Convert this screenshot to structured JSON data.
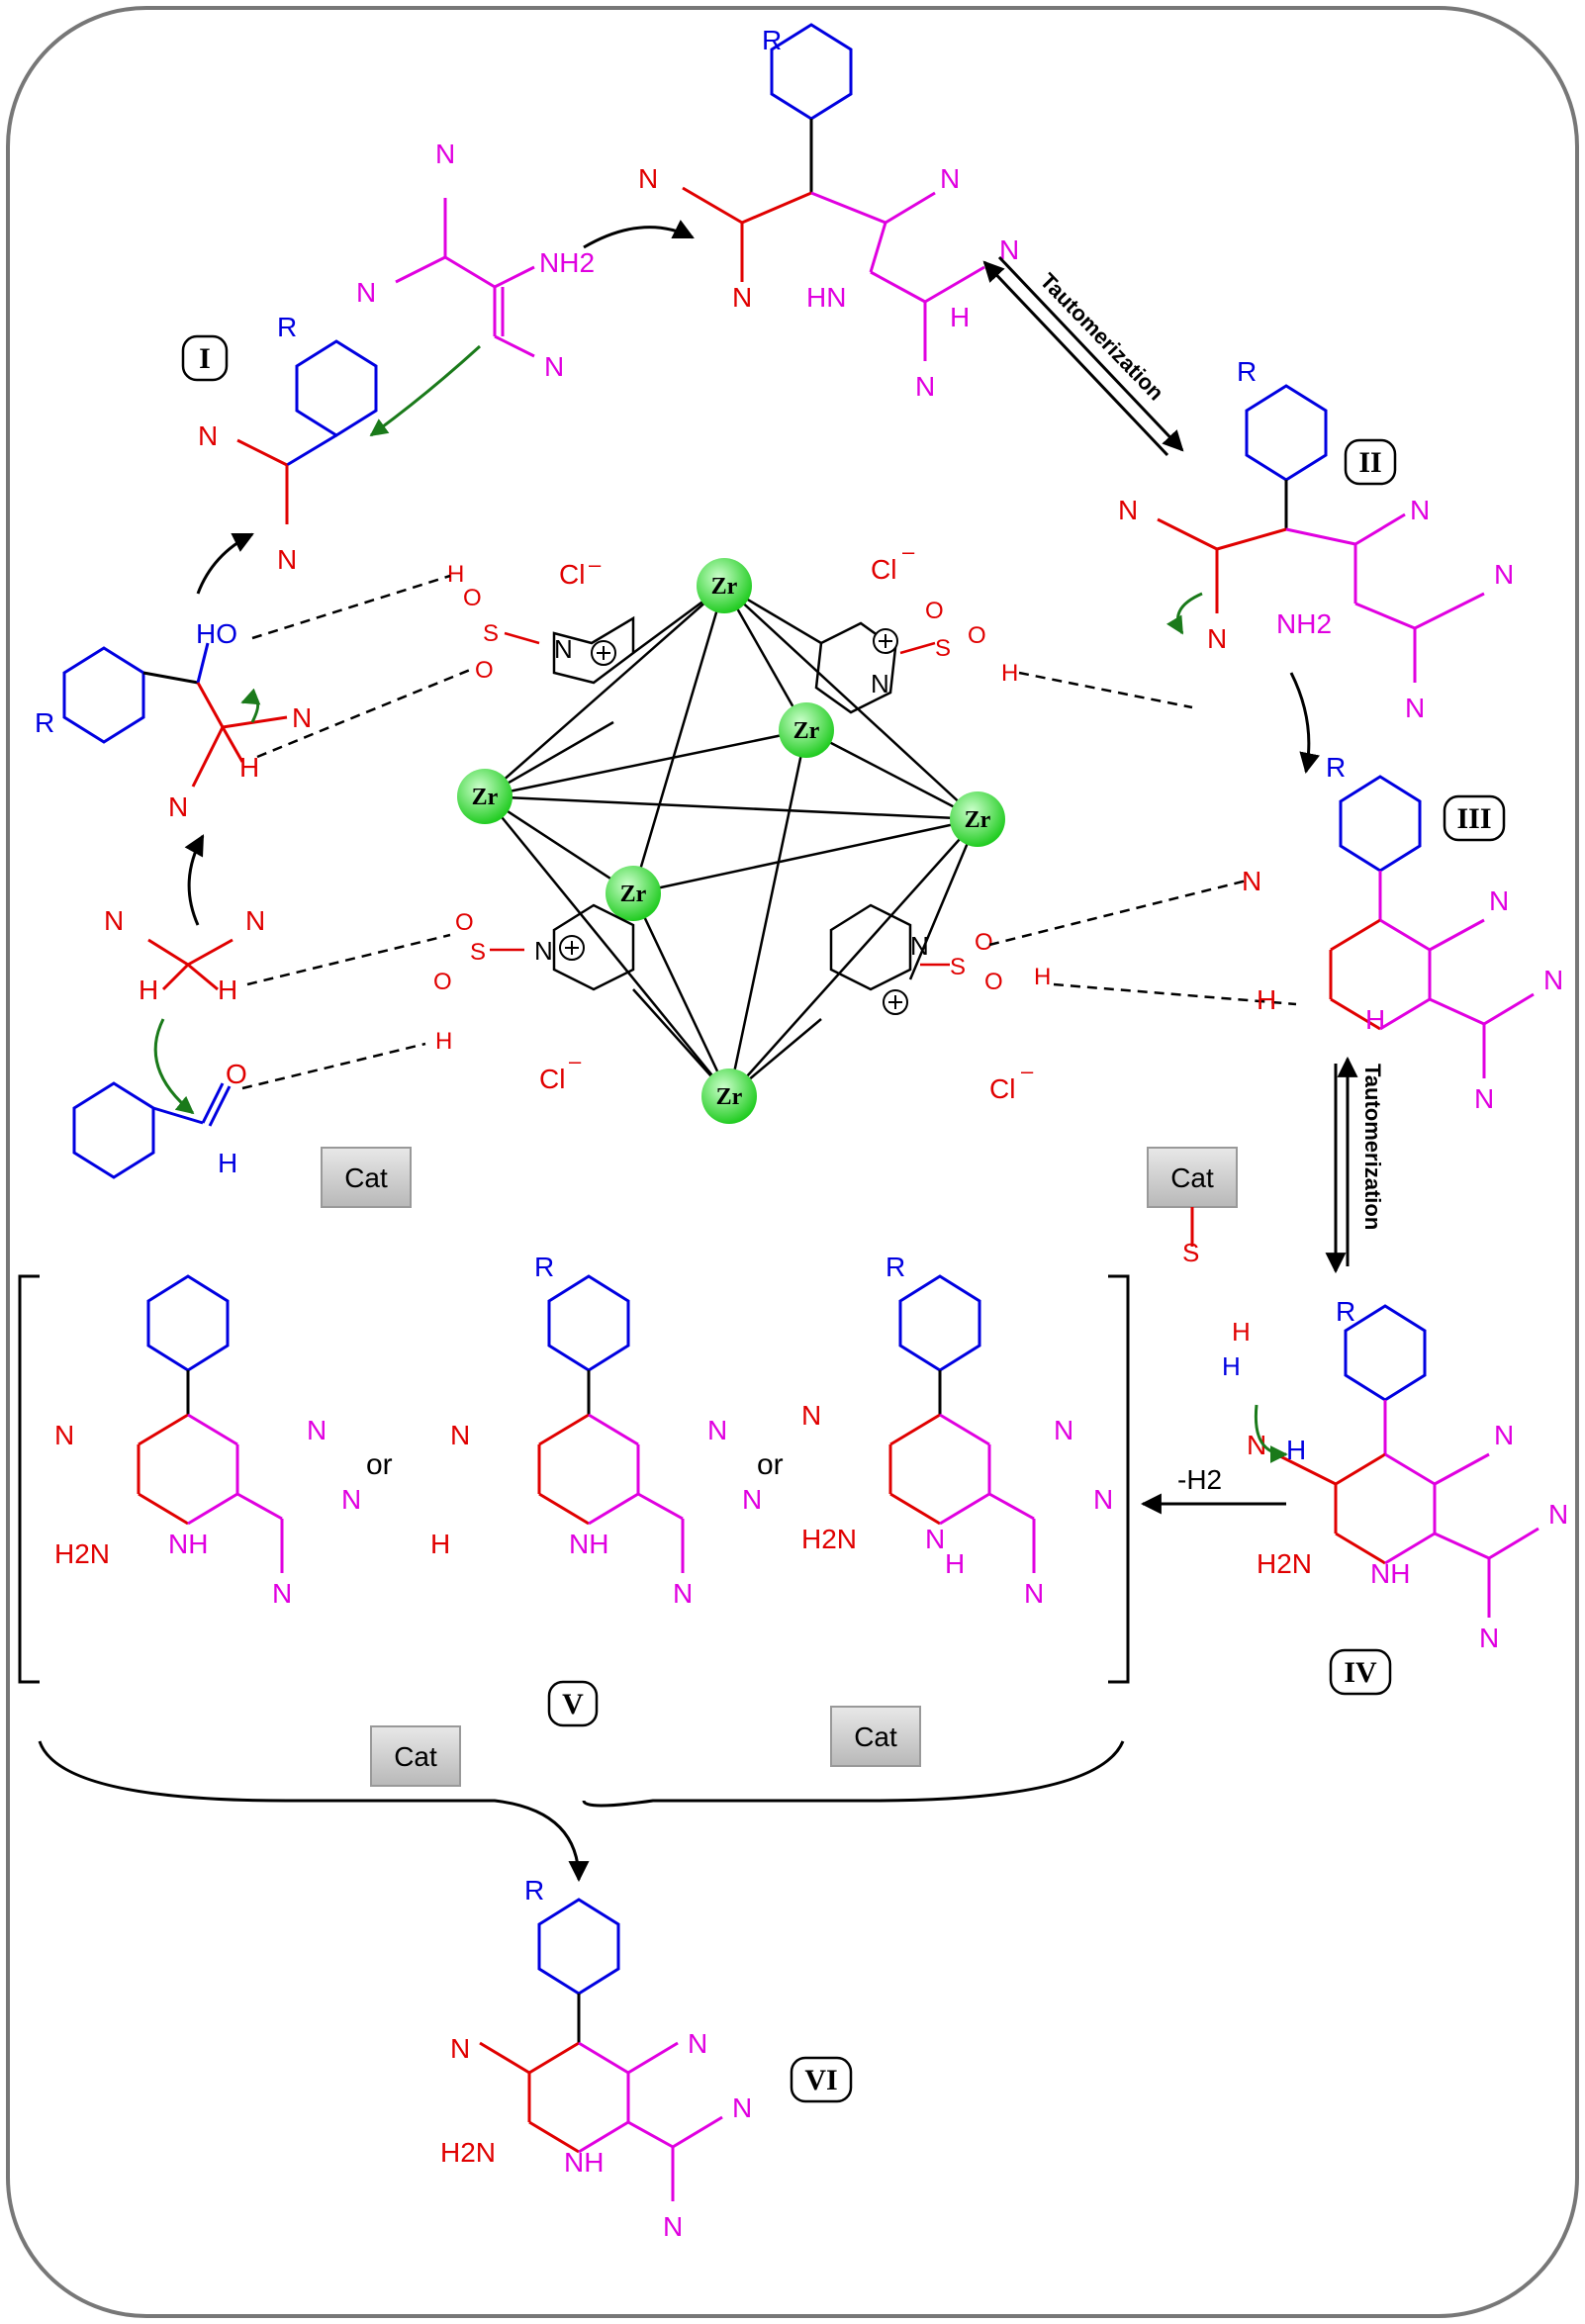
{
  "labels": {
    "I": "I",
    "II": "II",
    "III": "III",
    "IV": "IV",
    "V": "V",
    "VI": "VI"
  },
  "text": {
    "tautomerization_1": "Tautomerization",
    "tautomerization_2": "Tautomerization",
    "minus_h2": "-H2",
    "or_1": "or",
    "or_2": "or",
    "cat": "Cat",
    "zr": "Zr",
    "cl": "Cl",
    "r": "R",
    "nh2": "NH2",
    "h2n": "H2N",
    "n": "N",
    "nh": "NH",
    "hn": "HN",
    "ho": "HO",
    "h": "H",
    "s": "S",
    "o": "O"
  },
  "colors": {
    "red": "#e00000",
    "magenta": "#e000e0",
    "blue": "#0000e0",
    "green": "#1a7a1a",
    "zr_sphere": "#33dd33",
    "frame": "#777777"
  }
}
